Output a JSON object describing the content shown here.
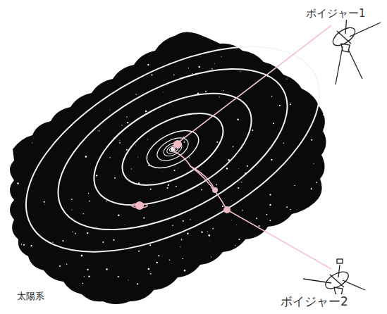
{
  "diagram": {
    "labels": [
      "ボイジャー1",
      "ボイジャー2",
      "太陽系"
    ]
  }
}
